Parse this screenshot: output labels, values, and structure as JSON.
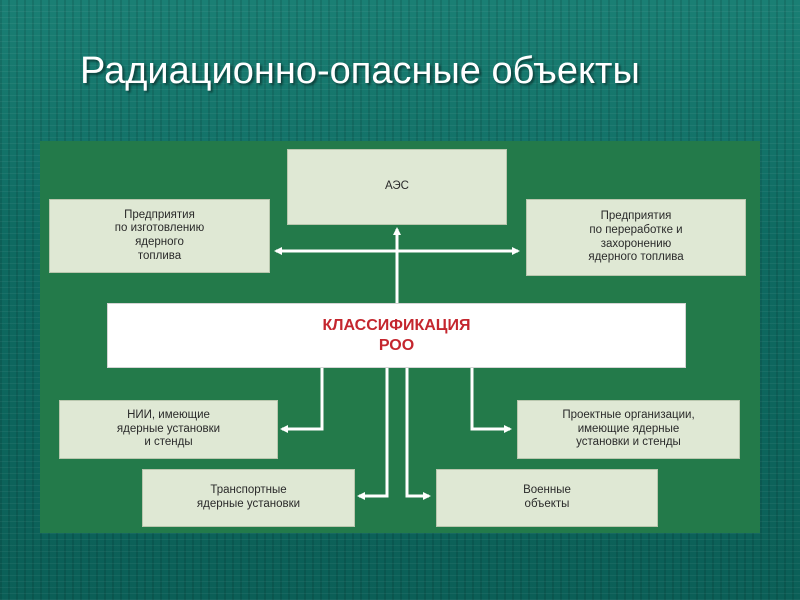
{
  "slide": {
    "title": "Радиационно-опасные объекты"
  },
  "diagram": {
    "background_color": "#237a4a",
    "line_color": "#ffffff",
    "center": {
      "label": "КЛАССИФИКАЦИЯ\nРОО",
      "color": "#c4262e"
    },
    "boxes": {
      "aes": "АЭС",
      "fuel_manufacturing": "Предприятия\nпо изготовлению\nядерного\nтоплива",
      "fuel_processing": "Предприятия\nпо переработке и\nзахоронению\nядерного топлива",
      "research_institutes": "НИИ, имеющие\nядерные установки\nи стенды",
      "design_organizations": "Проектные организации,\nимеющие ядерные\nустановки и стенды",
      "transport": "Транспортные\nядерные установки",
      "military": "Военные\nобъекты"
    }
  }
}
